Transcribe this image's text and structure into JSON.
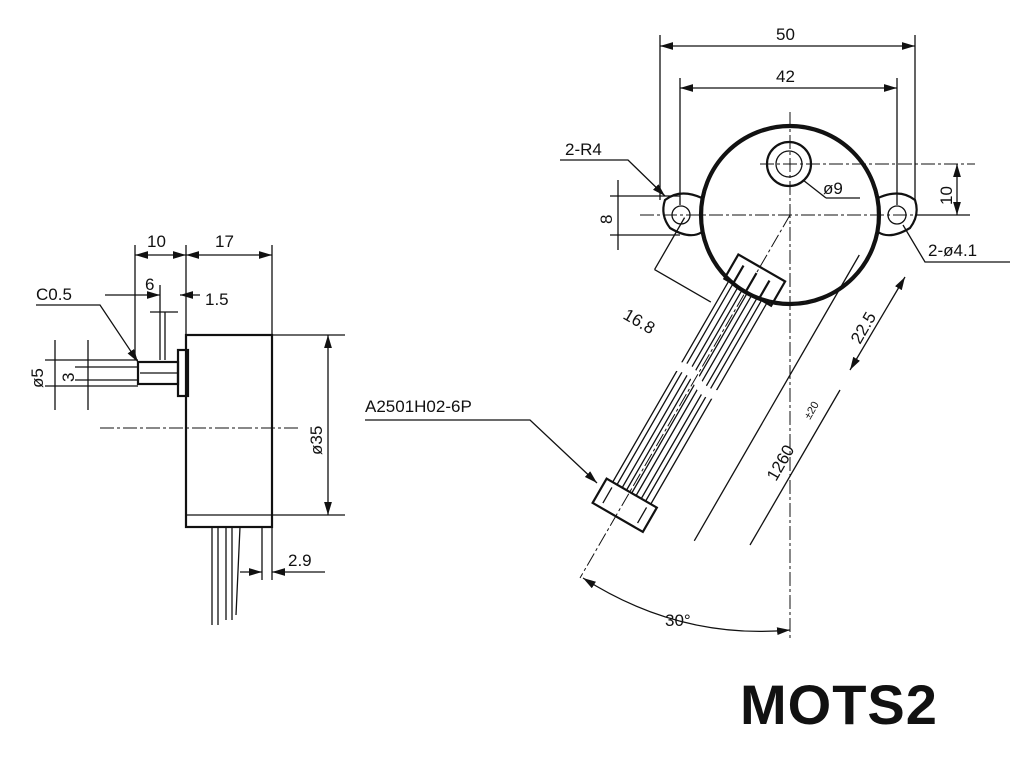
{
  "title": "MOTS2",
  "side_view": {
    "dim_10": "10",
    "dim_17": "17",
    "chamfer": "C0.5",
    "dim_6": "6",
    "dim_1_5": "1.5",
    "dia_5": "ø5",
    "dim_3": "3",
    "dia_35": "ø35",
    "dim_2_9": "2.9"
  },
  "front_view": {
    "dim_50": "50",
    "dim_42": "42",
    "radius": "2-R4",
    "dim_8": "8",
    "shaft_dia": "ø9",
    "dim_10": "10",
    "holes": "2-ø4.1",
    "dim_16_8": "16.8",
    "dim_22_5": "22.5",
    "cable_length": "1260",
    "cable_tol": "±20",
    "connector": "A2501H02-6P",
    "angle": "30°"
  }
}
